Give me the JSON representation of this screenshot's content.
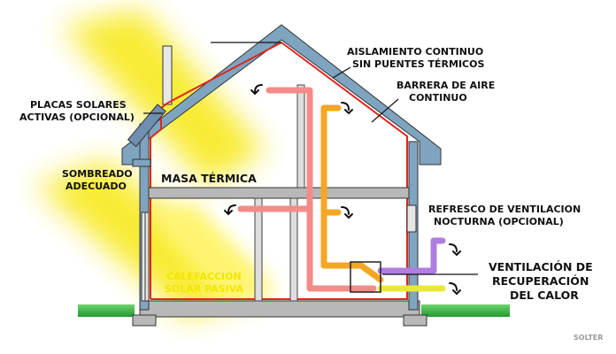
{
  "labels": {
    "continuous_insulation": [
      "AISLAMIENTO CONTINUO",
      "SIN PUENTES TÉRMICOS"
    ],
    "air_barrier": [
      "BARRERA DE AIRE",
      "CONTINUO"
    ],
    "solar_panels": [
      "PLACAS SOLARES",
      "ACTIVAS (OPCIONAL)"
    ],
    "shading": [
      "SOMBREADO",
      "ADECUADO"
    ],
    "thermal_mass": "MASA TÉRMICA",
    "night_ventilation": [
      "REFRESCO DE VENTILACION",
      "NOCTURNA (OPCIONAL)"
    ],
    "heat_recovery": [
      "VENTILACIÓN DE",
      "RECUPERACIÓN",
      "DEL CALOR"
    ],
    "passive_solar": [
      "CALEFACCIÓN",
      "SOLAR PASIVA"
    ],
    "credit": "SOLTER"
  },
  "colors": {
    "insulation": "#7fa4c0",
    "air_barrier": "#e0261e",
    "pink_duct": "#f48b88",
    "orange_duct": "#f5a623",
    "purple_duct": "#b07de0",
    "yellow_duct": "#e8e83a",
    "sun": "#f8ea2a",
    "ground": "#2ca83a",
    "floor_slab": "#b8b8b8"
  }
}
